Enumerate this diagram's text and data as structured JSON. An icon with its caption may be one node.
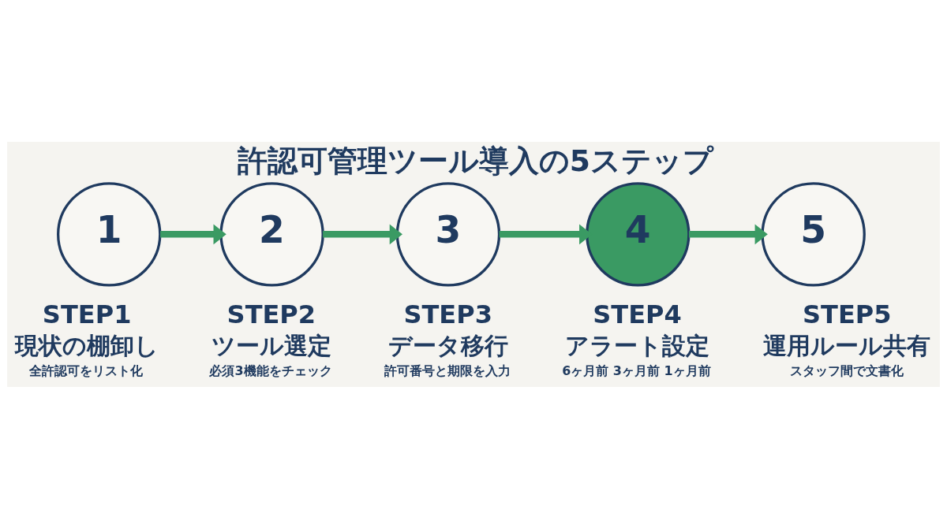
{
  "diagram": {
    "title": "許認可管理ツール導入の5ステップ",
    "nodes": [
      {
        "text": [
          "1"
        ],
        "beside": [
          "STEP1",
          "現状の棚卸し",
          "全許認可をリスト化"
        ]
      },
      {
        "text": [
          "2"
        ],
        "beside": [
          "STEP2",
          "ツール選定",
          "必須3機能をチェック"
        ]
      },
      {
        "text": [
          "3"
        ],
        "beside": [
          "STEP3",
          "データ移行",
          "許可番号と期限を入力"
        ]
      },
      {
        "text": [
          "4"
        ],
        "beside": [
          "STEP4",
          "アラート設定",
          "6ヶ月前 3ヶ月前 1ヶ月前"
        ]
      },
      {
        "text": [
          "5"
        ],
        "beside": [
          "STEP5",
          "運用ルール共有",
          "スタッフ間で文書化"
        ]
      }
    ],
    "edges": [
      {
        "from": 0,
        "to": 1,
        "arrow": "to"
      },
      {
        "from": 1,
        "to": 2,
        "arrow": "to"
      },
      {
        "from": 2,
        "to": 3,
        "arrow": "to"
      },
      {
        "from": 3,
        "to": 4,
        "arrow": "to"
      }
    ]
  }
}
